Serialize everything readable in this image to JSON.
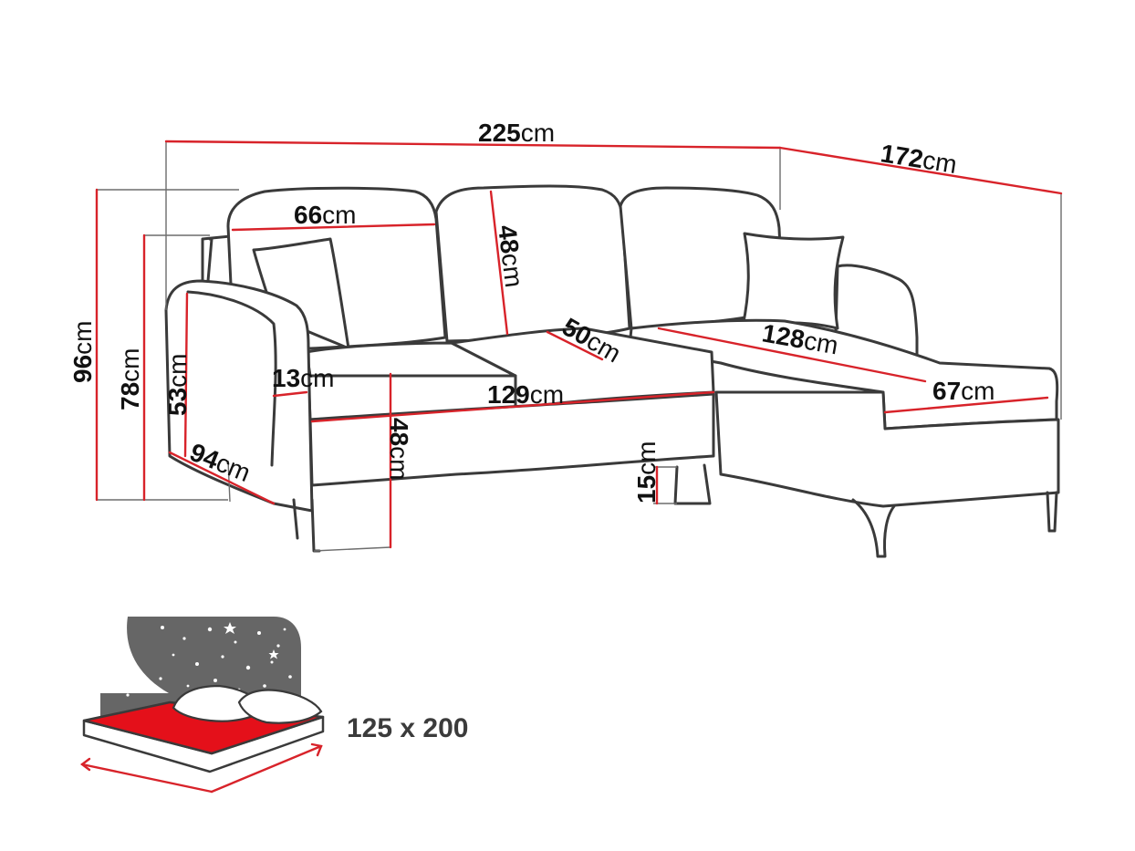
{
  "colors": {
    "dimension_line": "#d8232a",
    "outline": "#3a3a3a",
    "guide": "#6d6d6d",
    "mattress": "#e4101a",
    "night_sky": "#666666",
    "label": "#111111"
  },
  "dimensions": {
    "total_width": {
      "value": "225",
      "unit": "cm"
    },
    "depth_chaise": {
      "value": "172",
      "unit": "cm"
    },
    "total_height": {
      "value": "96",
      "unit": "cm"
    },
    "armrest_top_height": {
      "value": "78",
      "unit": "cm"
    },
    "armrest_height": {
      "value": "53",
      "unit": "cm"
    },
    "total_depth": {
      "value": "94",
      "unit": "cm"
    },
    "back_cushion_width": {
      "value": "66",
      "unit": "cm"
    },
    "back_cushion_height": {
      "value": "48",
      "unit": "cm"
    },
    "seat_depth": {
      "value": "50",
      "unit": "cm"
    },
    "armrest_width": {
      "value": "13",
      "unit": "cm"
    },
    "seat_width": {
      "value": "129",
      "unit": "cm"
    },
    "seat_height": {
      "value": "48",
      "unit": "cm"
    },
    "leg_height": {
      "value": "15",
      "unit": "cm"
    },
    "chaise_length": {
      "value": "128",
      "unit": "cm"
    },
    "chaise_width": {
      "value": "67",
      "unit": "cm"
    }
  },
  "sleeping_area": {
    "label": "125 x 200"
  },
  "icons": {
    "sofa": "corner-sofa-drawing-icon",
    "bed": "bed-sleeping-function-icon",
    "stars": "night-stars-icon"
  }
}
